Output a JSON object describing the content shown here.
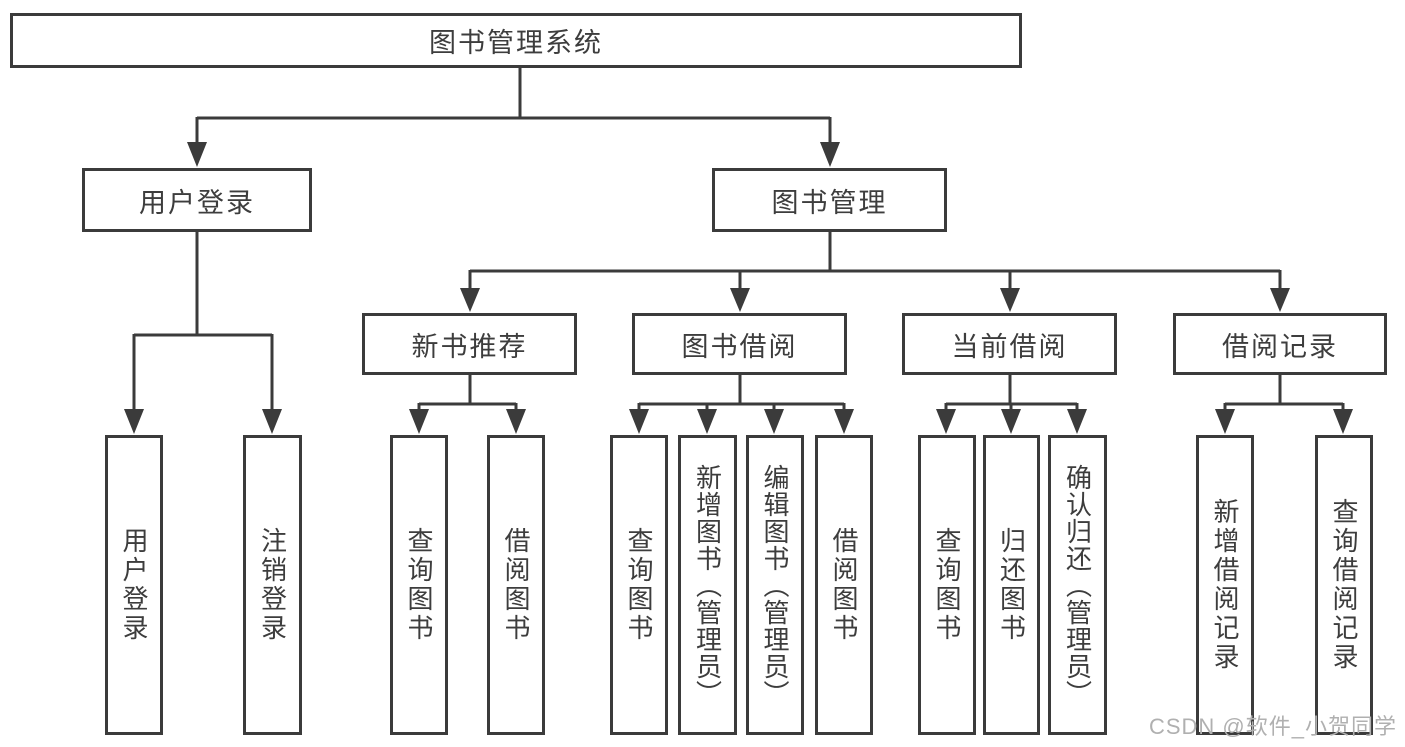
{
  "tree": {
    "root": {
      "label": "图书管理系统"
    },
    "children": [
      {
        "label": "用户登录",
        "children": [
          {
            "label": "用户登录"
          },
          {
            "label": "注销登录"
          }
        ]
      },
      {
        "label": "图书管理",
        "children": [
          {
            "label": "新书推荐",
            "children": [
              {
                "label": "查询图书"
              },
              {
                "label": "借阅图书"
              }
            ]
          },
          {
            "label": "图书借阅",
            "children": [
              {
                "label": "查询图书"
              },
              {
                "label": "新增图书（管理员）"
              },
              {
                "label": "编辑图书（管理员）"
              },
              {
                "label": "借阅图书"
              }
            ]
          },
          {
            "label": "当前借阅",
            "children": [
              {
                "label": "查询图书"
              },
              {
                "label": "归还图书"
              },
              {
                "label": "确认归还（管理员）"
              }
            ]
          },
          {
            "label": "借阅记录",
            "children": [
              {
                "label": "新增借阅记录"
              },
              {
                "label": "查询借阅记录"
              }
            ]
          }
        ]
      }
    ]
  },
  "watermark": "CSDN @软件_小贺同学",
  "colors": {
    "line": "#3b3b3b",
    "box_background": "#ffffff",
    "text": "#3d3d3d",
    "watermark": "#b0b0b0"
  }
}
